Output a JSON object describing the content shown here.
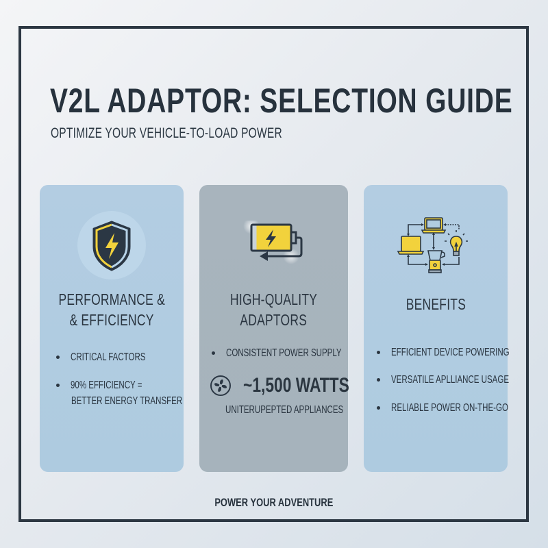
{
  "header": {
    "title": "V2L ADAPTOR: SELECTION GUIDE",
    "subtitle": "OPTIMIZE YOUR VEHICLE-TO-LOAD POWER"
  },
  "cards": [
    {
      "icon": "shield-lightning-icon",
      "title_lines": [
        "PERFORMANCE &",
        "& EFFICIENCY"
      ],
      "bullets": [
        "CRITICAL FACTORS",
        "90% EFFICIENCY =",
        "BETTER ENERGY TRANSFER"
      ],
      "background": "#b0cce1"
    },
    {
      "icon": "battery-charging-icon",
      "title_lines": [
        "HIGH-QUALITY",
        "ADAPTORS"
      ],
      "bullets": [
        "CONSISTENT POWER SUPPLY"
      ],
      "highlight": {
        "icon": "fan-icon",
        "value": "~1,500 WATTS"
      },
      "note": "UNITERUPEPTED APPLIANCES",
      "background": "#a7b3bc"
    },
    {
      "icon": "connected-devices-icon",
      "title_lines": [
        "BENEFITS"
      ],
      "bullets": [
        "EFFICIENT DEVICE POWERING",
        "VERSATILE APLLIANCE USAGE",
        "RELIABLE POWER ON-THE-GO"
      ],
      "background": "#b0cce1"
    }
  ],
  "footer": {
    "tagline": "POWER YOUR ADVENTURE"
  },
  "colors": {
    "accent_yellow": "#f2d23c",
    "dark_slate": "#2c3742",
    "frame": "#2c3742"
  }
}
